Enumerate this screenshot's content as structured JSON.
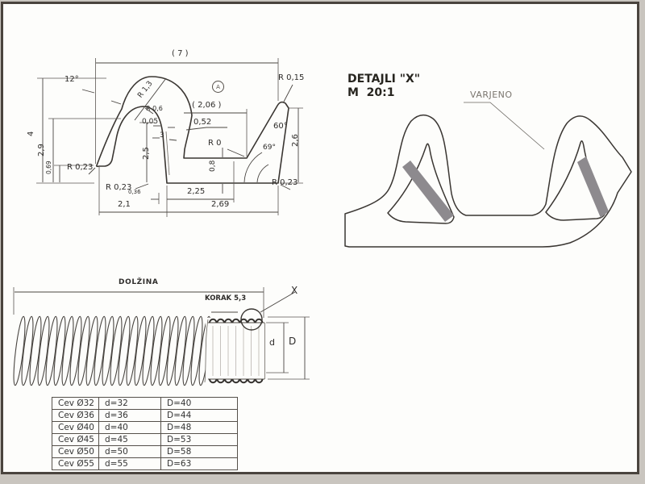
{
  "frame": {
    "border_color": "#4a443e",
    "outer_bg": "#c9c5bf",
    "paper": "#fdfdfb"
  },
  "profile_drawing": {
    "labels": {
      "overall_width": "( 7 )",
      "angle_12": "12°",
      "r_13": "R 1,3",
      "r_06": "R 0,6",
      "gap_005": "0,05",
      "taper_3": "3",
      "slot_width": "( 2,06 )",
      "off_052": "0,52",
      "r_0": "R 0",
      "r_015": "R 0,15",
      "angle_60": "60°",
      "angle_69": "69°",
      "h_26": "2,6",
      "r_023_right": "R 0,23",
      "h_08": "0,8",
      "w_225": "2,25",
      "w_269": "2,69",
      "w_21": "2,1",
      "w_036": "0,36",
      "r_023_mid": "R 0,23",
      "h_25": "2,5",
      "r_023_left": "R 0,23",
      "h_069": "0,69",
      "h_29": "2,9",
      "h_4": "4",
      "datum": "A"
    }
  },
  "detail_view": {
    "title": "DETAJLI \"X\"",
    "scale": "M  20:1",
    "weld_label": "VARJENO",
    "weld_color": "#8d8a8e"
  },
  "tube_drawing": {
    "length_label": "DOLŽINA",
    "pitch_label": "KORAK 5,3",
    "detail_marker": "X",
    "inner_dia": "d",
    "outer_dia": "D"
  },
  "size_table": {
    "rows": [
      [
        "Cev Ø32",
        "d=32",
        "D=40"
      ],
      [
        "Cev Ø36",
        "d=36",
        "D=44"
      ],
      [
        "Cev Ø40",
        "d=40",
        "D=48"
      ],
      [
        "Cev Ø45",
        "d=45",
        "D=53"
      ],
      [
        "Cev Ø50",
        "d=50",
        "D=58"
      ],
      [
        "Cev Ø55",
        "d=55",
        "D=63"
      ]
    ]
  }
}
